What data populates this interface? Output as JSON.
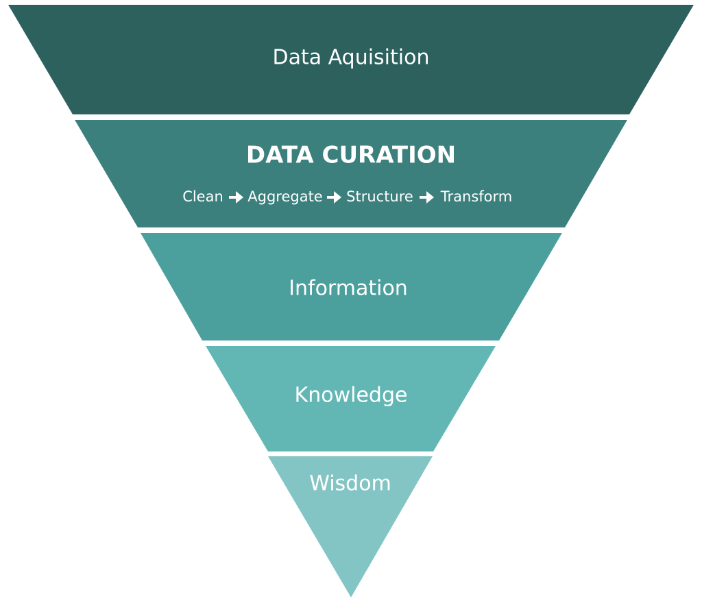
{
  "funnel": {
    "layers": [
      {
        "label": "Data Aquisition",
        "color": "#2d615d"
      },
      {
        "label": "DATA CURATION",
        "color": "#3b807d"
      },
      {
        "label": "Information",
        "color": "#4ba09e"
      },
      {
        "label": "Knowledge",
        "color": "#62b7b5"
      },
      {
        "label": "Wisdom",
        "color": "#83c5c4"
      }
    ],
    "curation_steps": [
      "Clean",
      "Aggregate",
      "Structure",
      "Transform"
    ]
  }
}
